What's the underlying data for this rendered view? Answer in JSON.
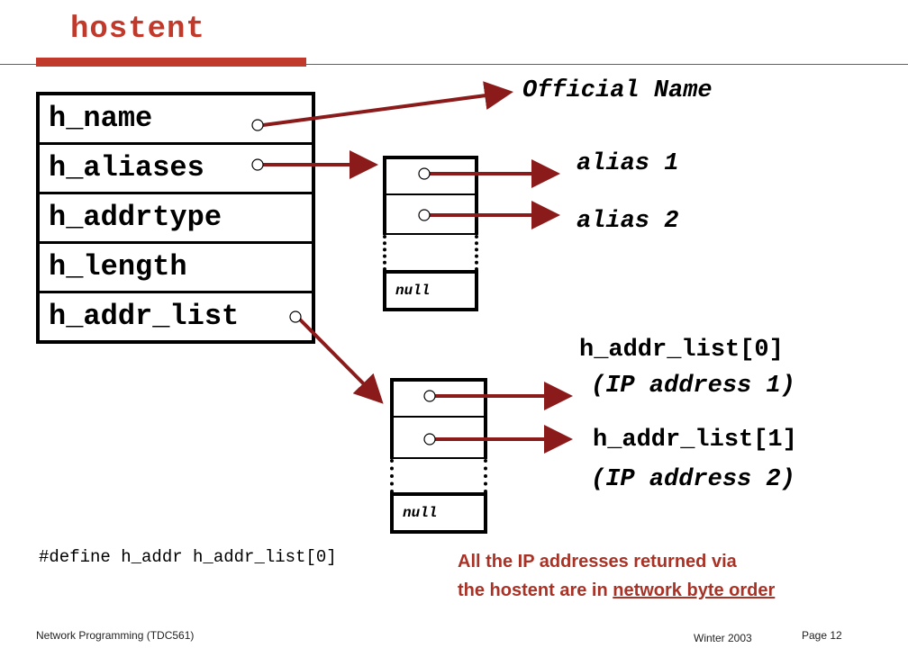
{
  "header": {
    "title": "hostent"
  },
  "struct_fields": [
    "h_name",
    "h_aliases",
    "h_addrtype",
    "h_length",
    "h_addr_list"
  ],
  "aliases_array": {
    "null_label": "null"
  },
  "addr_array": {
    "null_label": "null"
  },
  "labels": {
    "official_name": "Official Name",
    "alias1": "alias 1",
    "alias2": "alias 2",
    "addr0": "h_addr_list[0]",
    "addr0_sub": "(IP address 1)",
    "addr1": "h_addr_list[1]",
    "addr1_sub": "(IP address 2)"
  },
  "define_line": "#define h_addr h_addr_list[0]",
  "note": {
    "line1": "All the IP addresses returned via",
    "line2_prefix": "the hostent are in ",
    "line2_underlined": "network byte order"
  },
  "footer": {
    "left": "Network Programming  (TDC561)",
    "middle": "Winter  2003",
    "right": "Page 12"
  },
  "colors": {
    "accent": "#c0392b",
    "arrow": "#8b1a1a",
    "note": "#a93226"
  }
}
